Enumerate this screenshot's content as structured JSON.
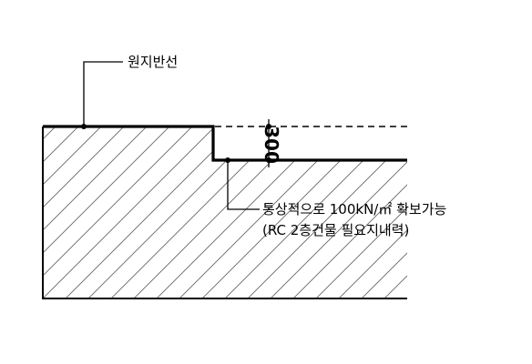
{
  "labels": {
    "original_ground_line": "원지반선",
    "bearing_line1": "통상적으로 100kN/㎡ 확보가능",
    "bearing_line2": "(RC 2층건물 필요지내력)",
    "dimension": "300"
  },
  "colors": {
    "line": "#000000",
    "hatch": "#666666",
    "background": "#ffffff"
  }
}
